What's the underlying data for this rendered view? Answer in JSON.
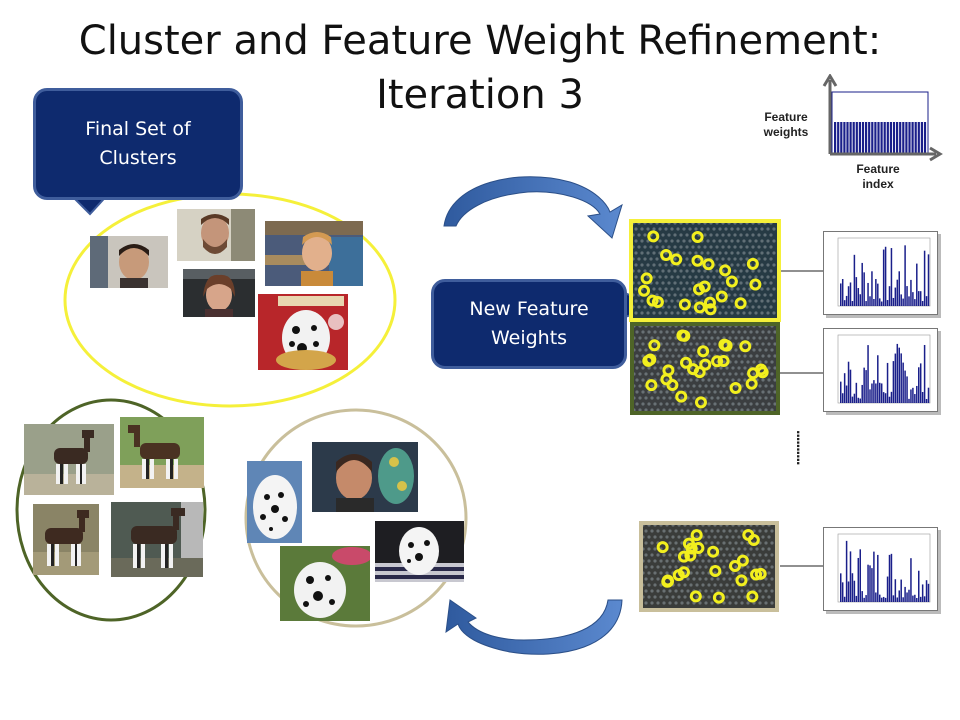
{
  "title": {
    "line1": "Cluster and Feature Weight Refinement:",
    "line2": "Iteration 3"
  },
  "callouts": {
    "final_clusters": {
      "line1": "Final Set of",
      "line2": "Clusters"
    },
    "new_weights": {
      "line1": "New Feature",
      "line2": "Weights"
    }
  },
  "feature_weights_chart": {
    "ylabel_line1": "Feature",
    "ylabel_line2": "weights",
    "xlabel_line1": "Feature",
    "xlabel_line2": "index",
    "bar_color": "#1a1f8a"
  },
  "clusters": [
    {
      "name": "faces-and-dalmatian",
      "outline_color": "#f5f03a",
      "members": [
        "man-face",
        "bearded-man-face",
        "blond-man-face",
        "woman-face",
        "dalmatian-book"
      ]
    },
    {
      "name": "okapis",
      "outline_color": "#4e6427",
      "members": [
        "okapi-1",
        "okapi-2",
        "okapi-3",
        "okapi-4"
      ]
    },
    {
      "name": "dalmatians",
      "outline_color": "#c9bf9b",
      "members": [
        "dalmatian-1",
        "man-with-blob",
        "dalmatian-puppies",
        "dalmatian-held"
      ]
    }
  ],
  "textures": [
    {
      "name": "texture-1",
      "border_color": "#f5f03a"
    },
    {
      "name": "texture-2",
      "border_color": "#4e6427"
    },
    {
      "name": "texture-3",
      "border_color": "#c9bf9b"
    }
  ],
  "ellipsis": "..........",
  "accent": {
    "callout_fill": "#0e2a6e",
    "arrow": "#3f6fb5",
    "keypoint": "#f2ef1e"
  }
}
